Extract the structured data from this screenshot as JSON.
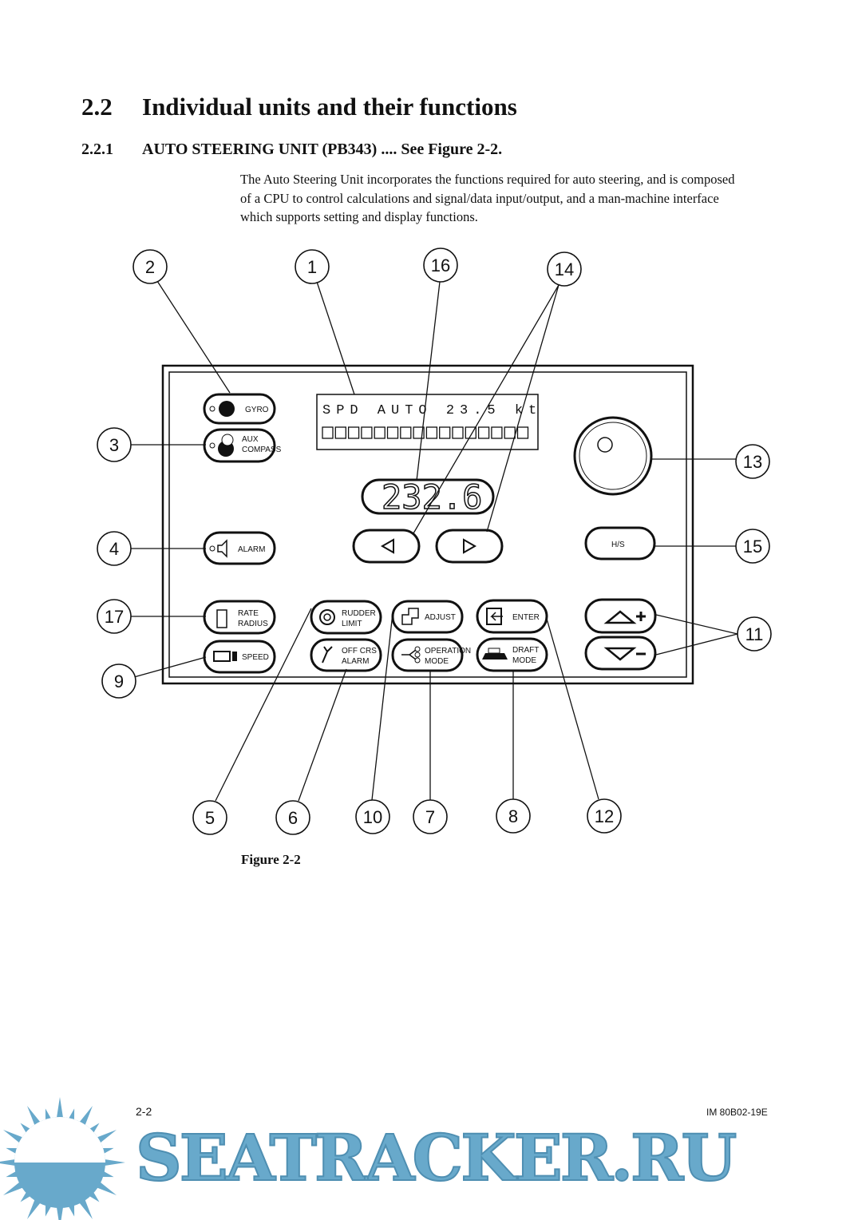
{
  "section": {
    "number": "2.2",
    "title": "Individual units and their functions"
  },
  "subsection": {
    "number": "2.2.1",
    "title": "AUTO STEERING UNIT (PB343) .... See Figure 2-2."
  },
  "paragraph": "The Auto Steering Unit incorporates the functions required for auto steering, and is composed of a CPU to control calculations and signal/data input/output, and a man-machine interface which supports setting and display functions.",
  "figure": {
    "caption": "Figure 2-2",
    "lcd_line1": "SPD AUTO 23.5 kt",
    "seven_segment": "232.6",
    "buttons": {
      "gyro": "GYRO",
      "aux1": "AUX",
      "aux2": "COMPASS",
      "alarm": "ALARM",
      "hs": "H/S",
      "rate1": "RATE",
      "rate2": "RADIUS",
      "speed": "SPEED",
      "rudder1": "RUDDER",
      "rudder2": "LIMIT",
      "offcrs1": "OFF CRS",
      "offcrs2": "ALARM",
      "adjust": "ADJUST",
      "opmode1": "OPERATION",
      "opmode2": "MODE",
      "enter": "ENTER",
      "draft1": "DRAFT",
      "draft2": "MODE"
    },
    "callouts": [
      "1",
      "2",
      "3",
      "4",
      "5",
      "6",
      "7",
      "8",
      "9",
      "10",
      "11",
      "12",
      "13",
      "14",
      "15",
      "16",
      "17"
    ]
  },
  "footer": {
    "page": "2-2",
    "doc_id": "IM 80B02-19E",
    "watermark": "SEATRACKER.RU"
  }
}
